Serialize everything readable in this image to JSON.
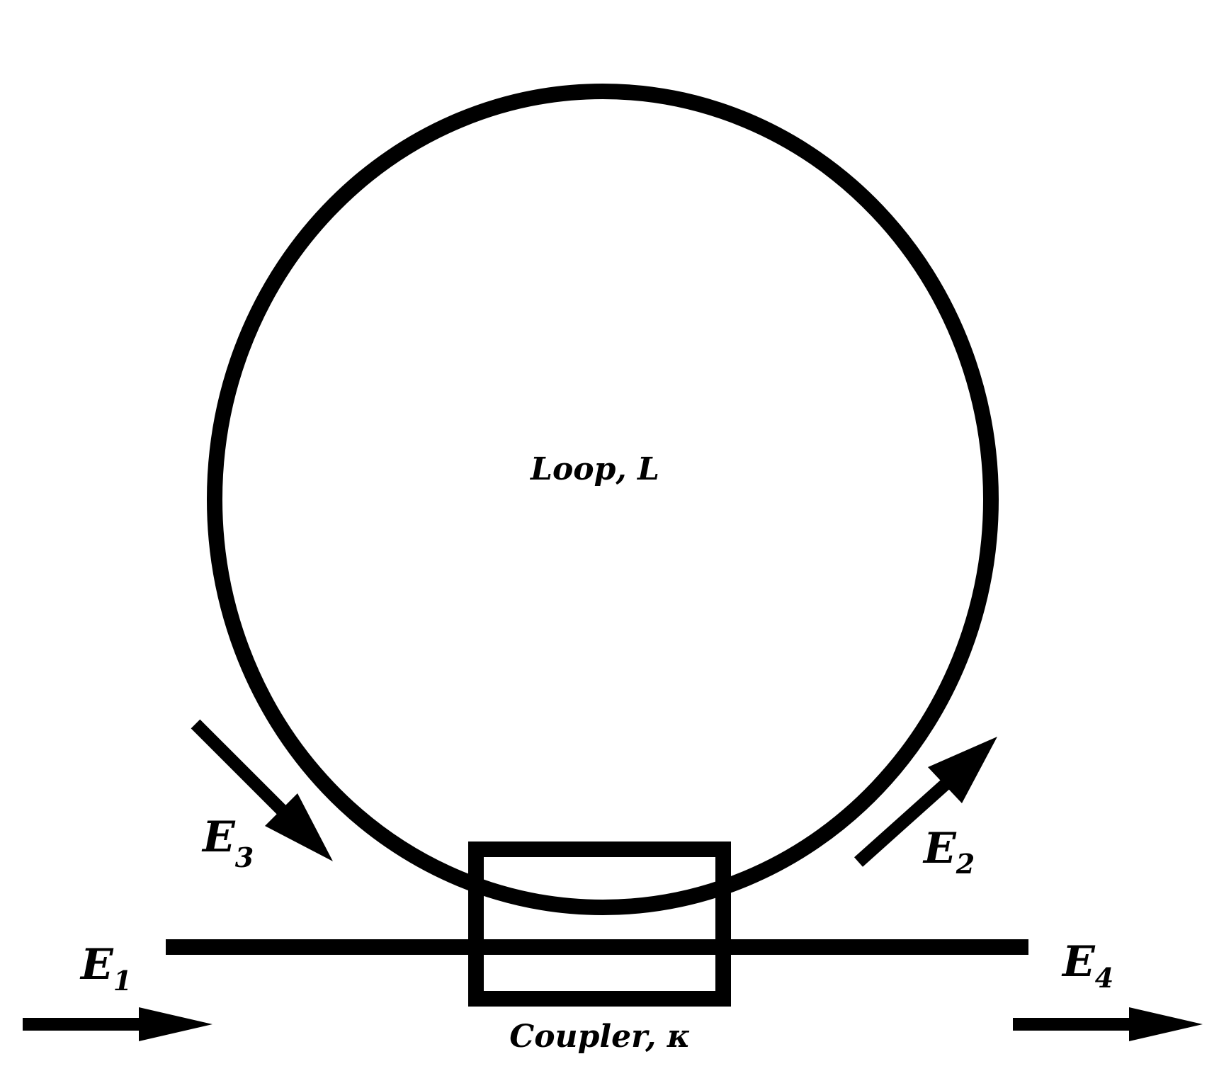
{
  "diagram": {
    "loop_label": "Loop, L",
    "coupler_label": "Coupler, κ",
    "ports": [
      {
        "id": "E1",
        "letter": "E",
        "sub": "1"
      },
      {
        "id": "E2",
        "letter": "E",
        "sub": "2"
      },
      {
        "id": "E3",
        "letter": "E",
        "sub": "3"
      },
      {
        "id": "E4",
        "letter": "E",
        "sub": "4"
      }
    ]
  },
  "colors": {
    "stroke": "#000000",
    "background": "#ffffff"
  }
}
